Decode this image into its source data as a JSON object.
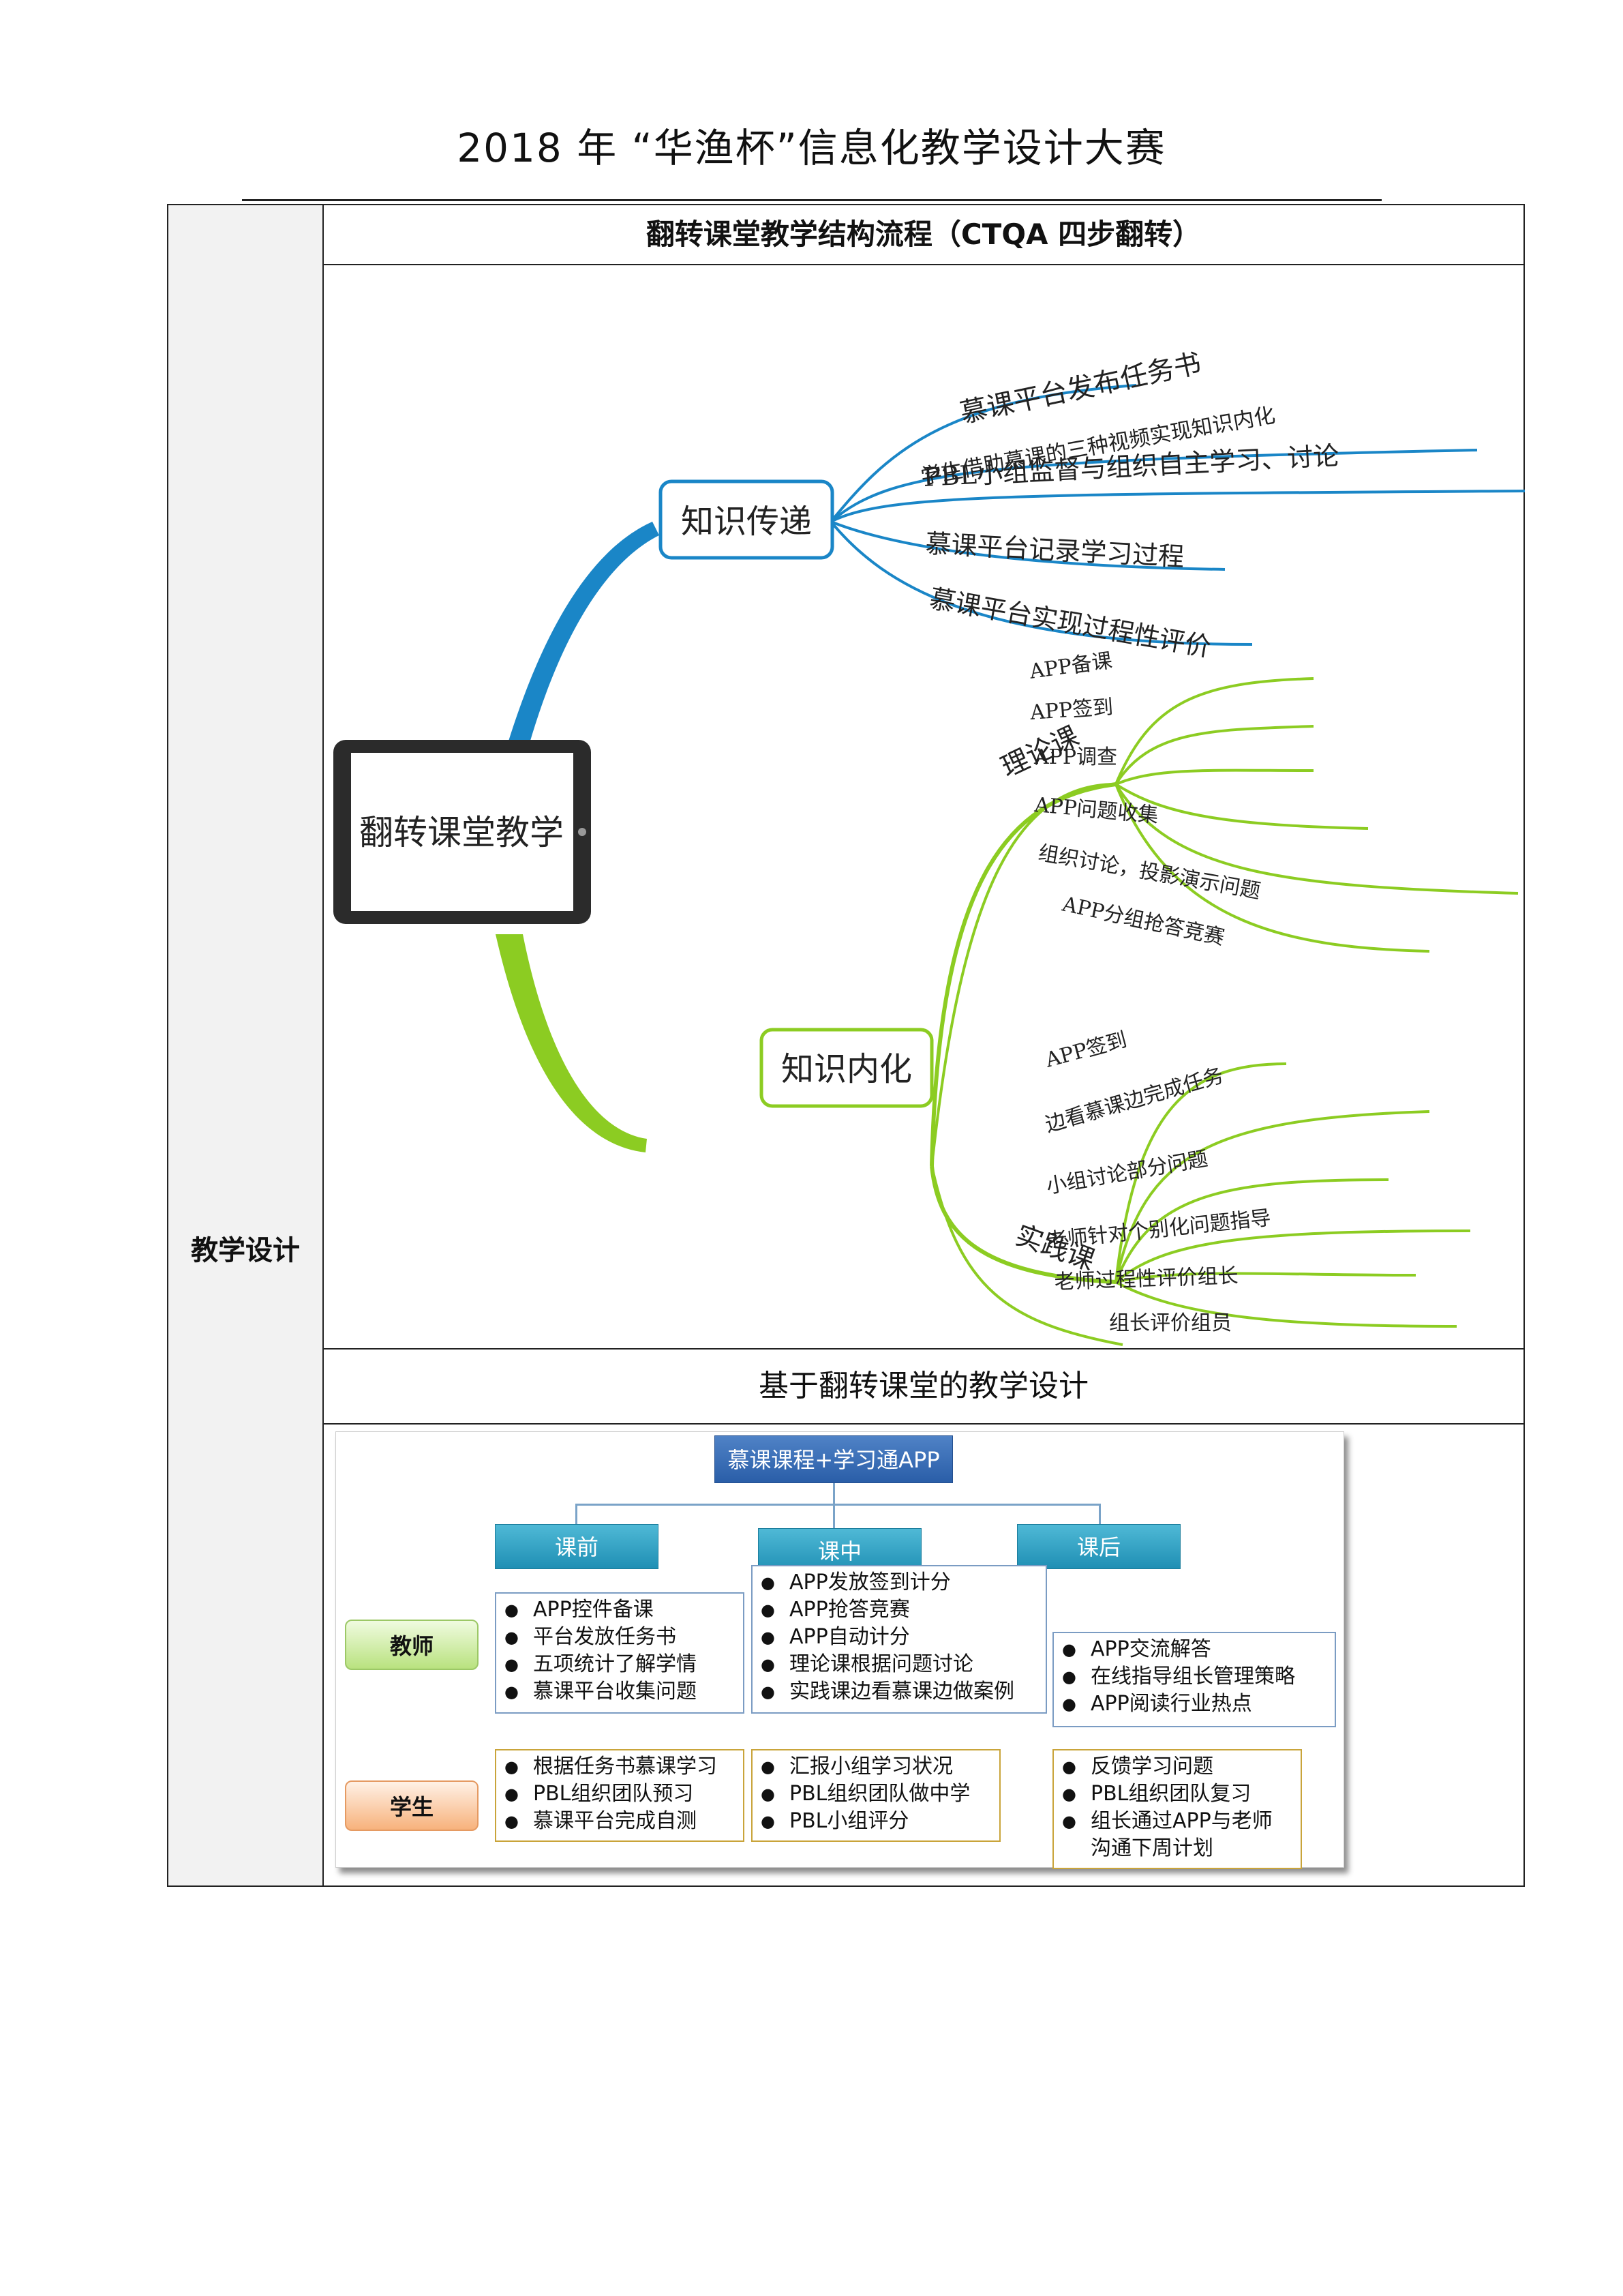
{
  "header": {
    "title": "2018 年 “华渔杯”信息化教学设计大赛"
  },
  "table": {
    "side_label": "教学设计",
    "section1_title": "翻转课堂教学结构流程（CTQA 四步翻转）",
    "section2_title": "基于翻转课堂的教学设计"
  },
  "mindmap": {
    "center": "翻转课堂教学",
    "colors": {
      "blue_branch": "#1a86c7",
      "green_branch": "#8ccc22"
    },
    "branch1": {
      "label": "知识传递",
      "leaves": [
        "慕课平台发布任务书",
        "学生借助慕课的三种视频实现知识内化",
        "PBL小组监督与组织自主学习、讨论",
        "慕课平台记录学习过程",
        "慕课平台实现过程性评价"
      ]
    },
    "branch2": {
      "label": "知识内化",
      "sub1": {
        "label": "理论课",
        "leaves": [
          "APP备课",
          "APP签到",
          "APP调查",
          "APP问题收集",
          "组织讨论，投影演示问题",
          "APP分组抢答竞赛"
        ]
      },
      "sub2": {
        "label": "实践课",
        "leaves": [
          "APP签到",
          "边看慕课边完成任务",
          "小组讨论部分问题",
          "老师针对个别化问题指导",
          "老师过程性评价组长",
          "组长评价组员"
        ]
      }
    }
  },
  "flowchart": {
    "top": "慕课课程+学习通APP",
    "phases": [
      "课前",
      "课中",
      "课后"
    ],
    "roles": {
      "teacher": "教师",
      "student": "学生"
    },
    "teacher": {
      "pre": [
        "APP控件备课",
        "平台发放任务书",
        "五项统计了解学情",
        "慕课平台收集问题"
      ],
      "mid": [
        "APP发放签到计分",
        "APP抢答竞赛",
        "APP自动计分",
        "理论课根据问题讨论",
        "实践课边看慕课边做案例"
      ],
      "post": [
        "APP交流解答",
        "在线指导组长管理策略",
        "APP阅读行业热点"
      ]
    },
    "student": {
      "pre": [
        "根据任务书慕课学习",
        "PBL组织团队预习",
        "慕课平台完成自测"
      ],
      "mid": [
        "汇报小组学习状况",
        "PBL组织团队做中学",
        "PBL小组评分"
      ],
      "post": [
        "反馈学习问题",
        "PBL组织团队复习",
        "组长通过APP与老师",
        "沟通下周计划"
      ]
    }
  }
}
